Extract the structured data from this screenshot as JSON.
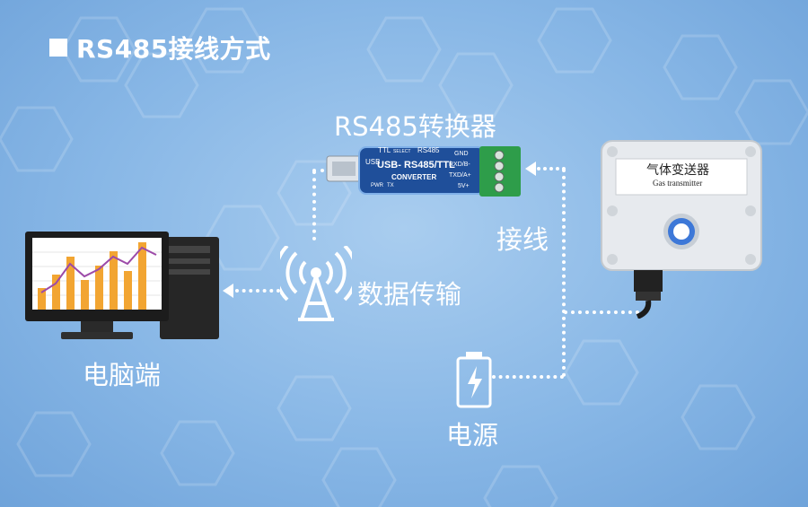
{
  "title": "RS485接线方式",
  "labels": {
    "converter": "RS485转换器",
    "wiring": "接线",
    "wireless": "数据传输",
    "computer": "电脑端",
    "power": "电源"
  },
  "converter_device": {
    "top_ttl": "TTL",
    "top_select": "SELECT",
    "top_rs485": "RS485",
    "usb_side": "USB",
    "main_label": "USB- RS485/TTL",
    "sub_label": "CONVERTER",
    "pwr": "PWR",
    "tx": "TX",
    "pins": [
      "GND",
      "RXD/B-",
      "TXD/A+",
      "5V+"
    ]
  },
  "sensor_device": {
    "cn_name": "气体变送器",
    "en_name": "Gas transmitter"
  },
  "colors": {
    "background": "#88b7e6",
    "line": "#ffffff",
    "terminal_green": "#2e9d4a",
    "converter_body": "#1f4f9a",
    "chart_orange": "#f2a532",
    "chart_purple": "#9c4aa8"
  },
  "icons": [
    "title-square-icon",
    "usb-converter-icon",
    "gas-transmitter-icon",
    "computer-icon",
    "wireless-antenna-icon",
    "battery-icon"
  ]
}
